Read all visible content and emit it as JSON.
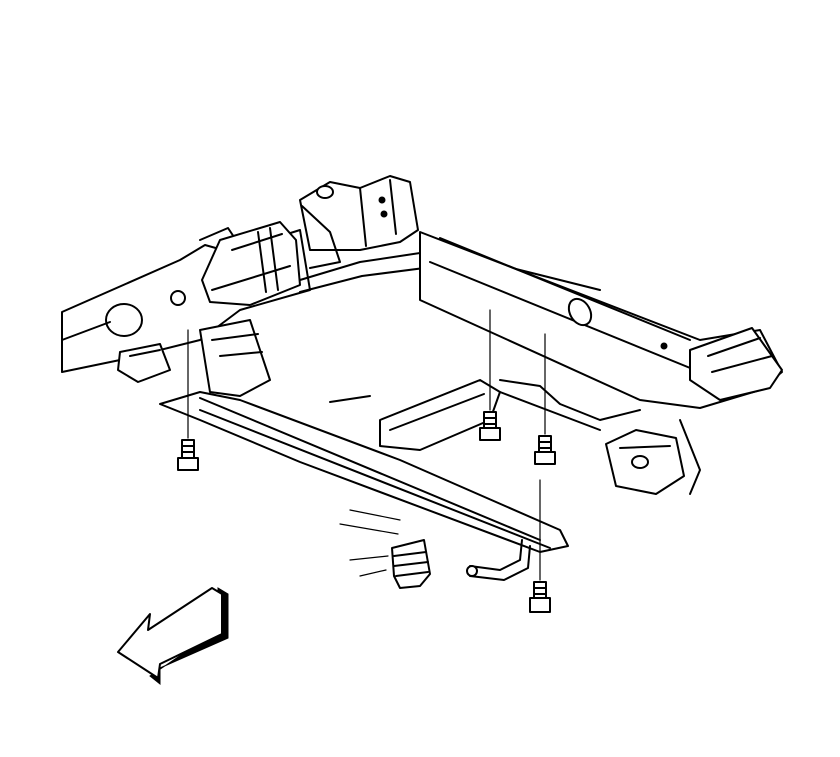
{
  "diagram": {
    "stroke_color": "#000000",
    "background_color": "#ffffff",
    "parts": [
      "frame-rail-left",
      "frame-rail-right",
      "frame-crossmember",
      "transmission-support-plate",
      "mounting-bolt",
      "transmission-mount",
      "front-direction-arrow"
    ],
    "bolt_count": 4
  }
}
